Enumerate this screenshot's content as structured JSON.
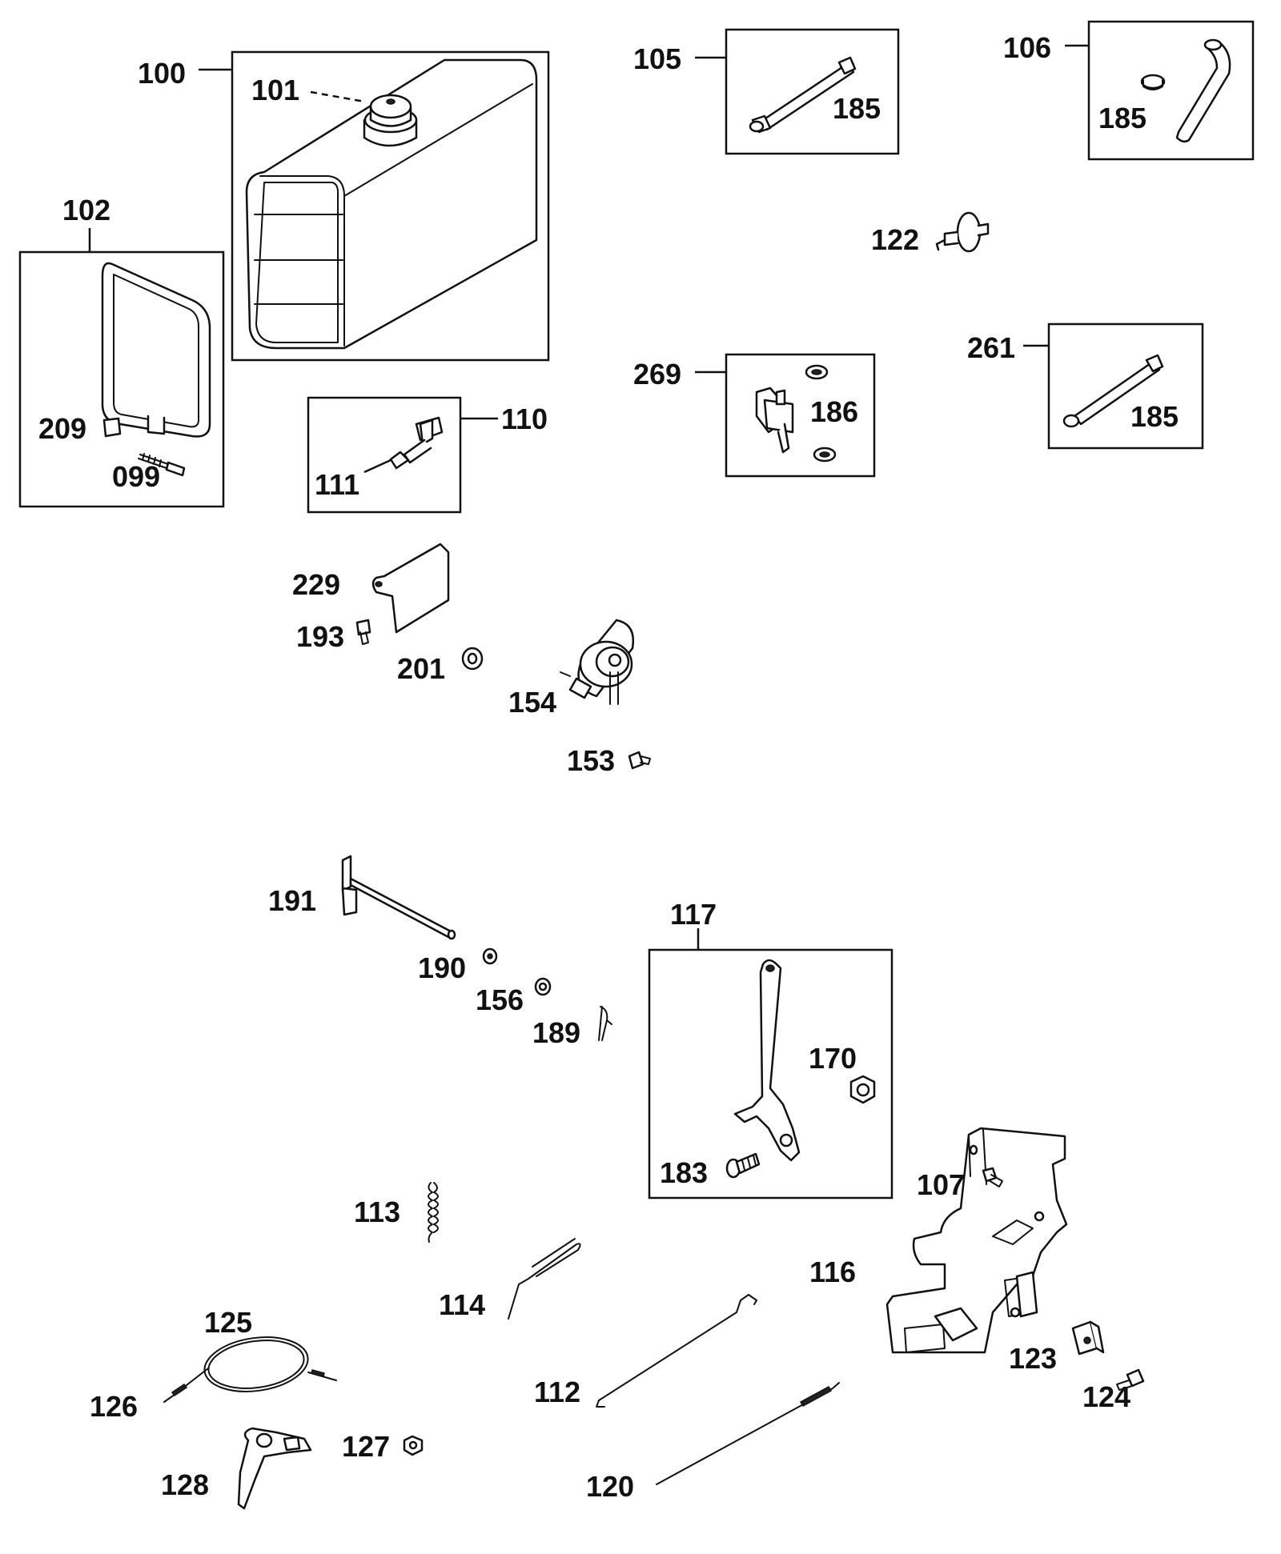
{
  "labels": {
    "p100": "100",
    "p101": "101",
    "p102": "102",
    "p105": "105",
    "p106": "106",
    "p185a": "185",
    "p185b": "185",
    "p185c": "185",
    "p122": "122",
    "p209": "209",
    "p099": "099",
    "p110": "110",
    "p111": "111",
    "p269": "269",
    "p186": "186",
    "p261": "261",
    "p229": "229",
    "p193": "193",
    "p201": "201",
    "p154": "154",
    "p153": "153",
    "p191": "191",
    "p190": "190",
    "p156": "156",
    "p189": "189",
    "p117": "117",
    "p170": "170",
    "p183": "183",
    "p113": "113",
    "p107": "107",
    "p116": "116",
    "p114": "114",
    "p125": "125",
    "p126": "126",
    "p112": "112",
    "p123": "123",
    "p124": "124",
    "p127": "127",
    "p128": "128",
    "p120": "120"
  }
}
